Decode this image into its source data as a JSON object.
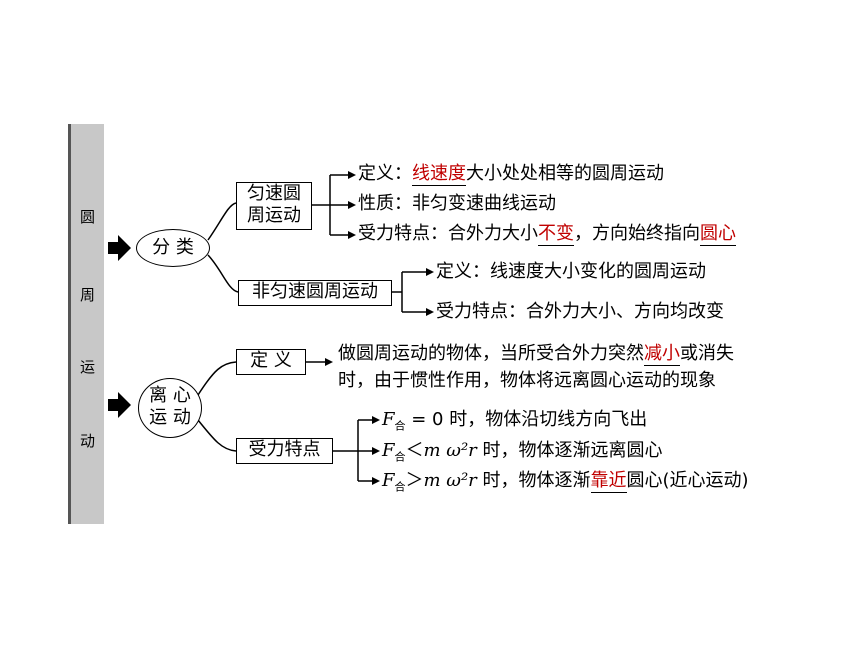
{
  "sidebar": {
    "chars": [
      "圆",
      "周",
      "运",
      "动"
    ]
  },
  "classify": {
    "label": "分 类",
    "uniform": {
      "label_line1": "匀速圆",
      "label_line2": "周运动",
      "def_prefix": "定义：",
      "def_red": "线速度",
      "def_suffix": "大小处处相等的圆周运动",
      "nature": "性质：非匀变速曲线运动",
      "force_prefix": "受力特点：合外力大小",
      "force_red1": "不变",
      "force_mid": "，方向始终指向",
      "force_red2": "圆心"
    },
    "nonuniform": {
      "label": "非匀速圆周运动",
      "def": "定义：线速度大小变化的圆周运动",
      "force": "受力特点：合外力大小、方向均改变"
    }
  },
  "centrifugal": {
    "label_line1": "离 心",
    "label_line2": "运 动",
    "definition": {
      "label": "定 义",
      "line1_prefix": "做圆周运动的物体，当所受合外力突然",
      "line1_red": "减小",
      "line1_suffix": "或消失",
      "line2": "时，由于惯性作用，物体将远离圆心运动的现象"
    },
    "force": {
      "label": "受力特点",
      "case1_F": "F",
      "case1_sub": "合",
      "case1_rest": " = 0  时，物体沿切线方向飞出",
      "case2_F": "F",
      "case2_sub": "合",
      "case2_rel": "＜",
      "case2_expr": "m ω²r",
      "case2_rest": " 时，物体逐渐远离圆心",
      "case3_F": "F",
      "case3_sub": "合",
      "case3_rel": "＞",
      "case3_expr": "m ω²r",
      "case3_rest_prefix": " 时，物体逐渐",
      "case3_red": "靠近",
      "case3_rest_suffix": "圆心(近心运动)"
    }
  }
}
